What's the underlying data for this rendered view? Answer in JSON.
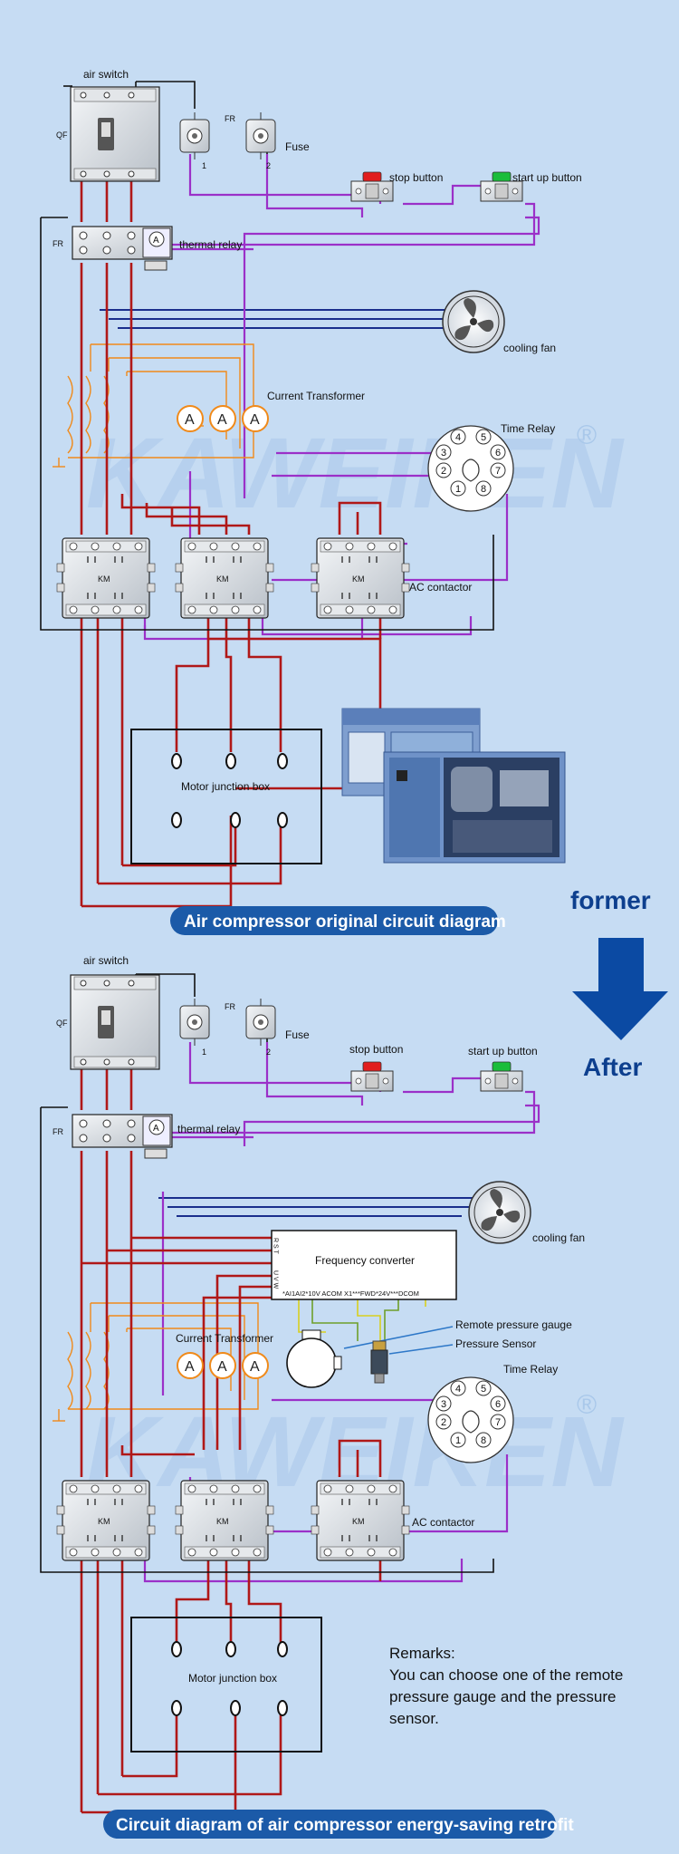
{
  "former": {
    "labels": {
      "air_switch": "air switch",
      "qf": "QF",
      "fr": "FR",
      "fuse": "Fuse",
      "one": "1",
      "two": "2",
      "stop_button": "stop button",
      "start_button": "start up button",
      "thermal_relay": "thermal relay",
      "cooling_fan": "cooling fan",
      "current_transformer": "Current Transformer",
      "time_relay": "Time Relay",
      "km": "KM",
      "ac_contactor": "AC contactor",
      "motor_junction_box": "Motor junction box",
      "ammeter": "A"
    },
    "banner": "Air compressor original circuit diagram",
    "relay_pins": [
      "4",
      "5",
      "3",
      "6",
      "2",
      "7",
      "1",
      "8"
    ]
  },
  "arrow": {
    "former": "former",
    "after": "After"
  },
  "after": {
    "labels": {
      "air_switch": "air switch",
      "qf": "QF",
      "fr": "FR",
      "fuse": "Fuse",
      "one": "1",
      "two": "2",
      "stop_button": "stop button",
      "start_button": "start up button",
      "thermal_relay": "thermal relay",
      "cooling_fan": "cooling fan",
      "frequency_converter": "Frequency converter",
      "fc_inputs": "R S T",
      "fc_outputs": "U V W",
      "fc_terminals": "*AI1AI2*10V ACOM X1***FWD*24V***DCOM",
      "remote_pressure_gauge": "Remote pressure gauge",
      "pressure_sensor": "Pressure Sensor",
      "current_transformer": "Current Transformer",
      "time_relay": "Time Relay",
      "km": "KM",
      "ac_contactor": "AC contactor",
      "motor_junction_box": "Motor junction box",
      "ammeter": "A"
    },
    "banner": "Circuit diagram of air compressor energy-saving retrofit",
    "relay_pins": [
      "4",
      "5",
      "3",
      "6",
      "2",
      "7",
      "1",
      "8"
    ],
    "remarks": {
      "title": "Remarks:",
      "lines": [
        "You can choose one of the remote",
        "pressure gauge and the pressure",
        "sensor."
      ]
    }
  },
  "watermark": "KAWEIKEN",
  "colors": {
    "background": "#c6dcf3",
    "power_wire": "#b01818",
    "control_wire": "#9b30c8",
    "fan_wire": "#1a2e8c",
    "ct_wire": "#f08a1a",
    "banner": "#1b5aa8",
    "arrow": "#0b4aa3",
    "signal_wire": "#d8d020"
  }
}
